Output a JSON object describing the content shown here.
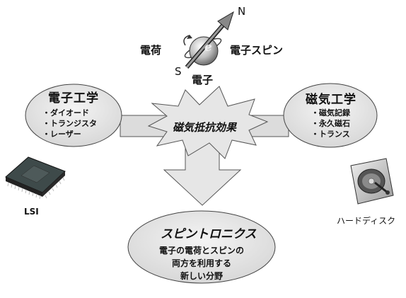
{
  "center": {
    "electron_symbol": "e",
    "north_label": "N",
    "south_label": "S",
    "left_label": "電荷",
    "right_label": "電子スピン",
    "bottom_label": "電子"
  },
  "left_field": {
    "title": "電子工学",
    "items": [
      "・ダイオード",
      "・トランジスタ",
      "・レーザー"
    ]
  },
  "right_field": {
    "title": "磁気工学",
    "items": [
      "・磁気記録",
      "・永久磁石",
      "・トランス"
    ]
  },
  "burst_label": "磁気抵抗効果",
  "chip_caption": "LSI",
  "disk_caption": "ハードディスク",
  "result": {
    "title": "スピントロニクス",
    "lines": [
      "電子の電荷とスピンの",
      "両方を利用する",
      "新しい分野"
    ]
  }
}
